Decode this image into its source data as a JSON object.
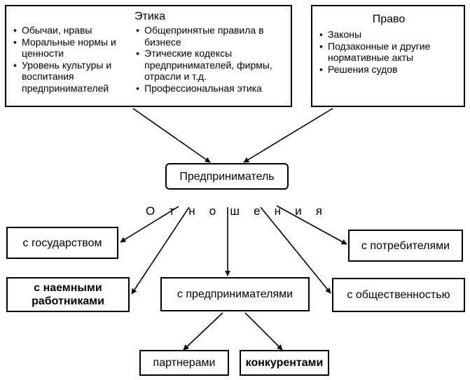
{
  "ethics": {
    "title": "Этика",
    "col1": [
      "Обычаи, нравы",
      "Моральные нормы и ценности",
      "Уровень культуры и воспитания предпринимателей"
    ],
    "col2": [
      "Общепринятые правила в бизнесе",
      "Этические кодексы предпринимателей, фирмы, отрасли и т.д.",
      "Профессиональная этика"
    ]
  },
  "law": {
    "title": "Право",
    "items": [
      "Законы",
      "Подзаконные и другие нормативные акты",
      "Решения судов"
    ]
  },
  "center": {
    "label": "Предприниматель"
  },
  "relations": {
    "letters": [
      "О",
      "т",
      "н",
      "о",
      "ш",
      "е",
      "н",
      "и",
      "я"
    ]
  },
  "targets": {
    "state": "с государством",
    "employees": "с наемными работниками",
    "entrepreneurs": "с предпринимателями",
    "consumers": "с потребителями",
    "public": "с общественностью"
  },
  "sub": {
    "partners": "партнерами",
    "competitors": "конкурентами"
  }
}
